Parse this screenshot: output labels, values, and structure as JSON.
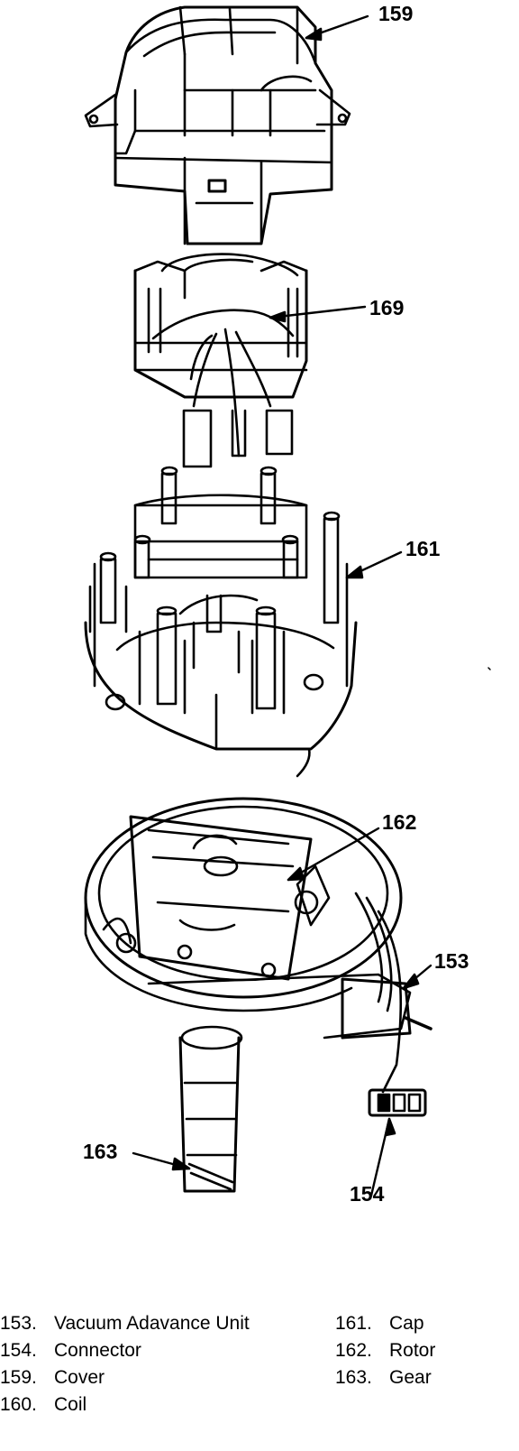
{
  "callouts": {
    "c159": "159",
    "c169": "169",
    "c161": "161",
    "c162": "162",
    "c153": "153",
    "c154": "154",
    "c163": "163"
  },
  "legend": [
    {
      "num": "153.",
      "label": "Vacuum Adavance Unit"
    },
    {
      "num": "154.",
      "label": "Connector"
    },
    {
      "num": "159.",
      "label": "Cover"
    },
    {
      "num": "160.",
      "label": "Coil"
    },
    {
      "num": "161.",
      "label": "Cap"
    },
    {
      "num": "162.",
      "label": "Rotor"
    },
    {
      "num": "163.",
      "label": "Gear"
    }
  ]
}
